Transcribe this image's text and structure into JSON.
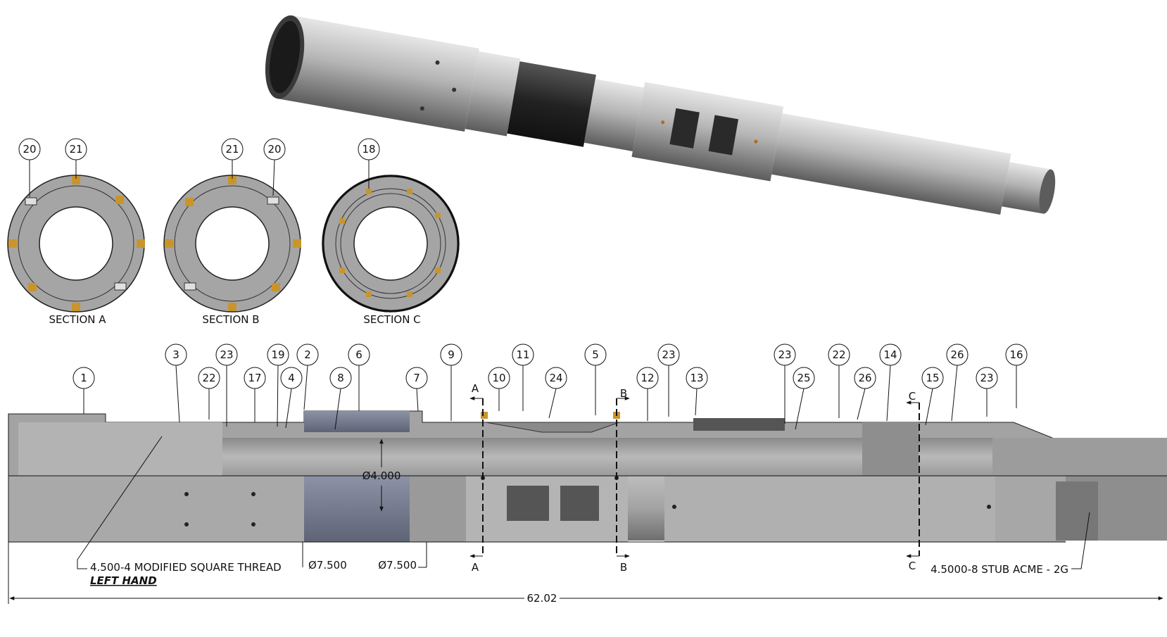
{
  "colors": {
    "steel_light": "#c9c9c9",
    "steel_mid": "#9a9a9a",
    "steel_dark": "#6e6e6e",
    "rubber": "#262626",
    "insert": "#c8952d",
    "packer_element": "#7e8496"
  },
  "balloons": {
    "top_row": [
      "3",
      "23",
      "19",
      "2",
      "6",
      "9",
      "11",
      "5",
      "23",
      "23",
      "22",
      "14",
      "26",
      "16"
    ],
    "bottom_row": [
      "1",
      "22",
      "17",
      "4",
      "8",
      "7",
      "10",
      "24",
      "12",
      "13",
      "25",
      "26",
      "15",
      "23"
    ],
    "section_a": [
      "20",
      "21"
    ],
    "section_b": [
      "21",
      "20"
    ],
    "section_c": [
      "18"
    ]
  },
  "sections": {
    "a": "SECTION A",
    "b": "SECTION B",
    "c": "SECTION C"
  },
  "cut_markers": {
    "a": "A",
    "b": "B",
    "c": "C"
  },
  "dimensions": {
    "bore": "Ø4.000",
    "od_left": "Ø7.500",
    "od_right": "Ø7.500",
    "overall": "62.02"
  },
  "callouts": {
    "left_thread": "4.500-4 MODIFIED SQUARE THREAD",
    "left_hand": "LEFT HAND",
    "right_thread": "4.5000-8 STUB ACME - 2G"
  }
}
